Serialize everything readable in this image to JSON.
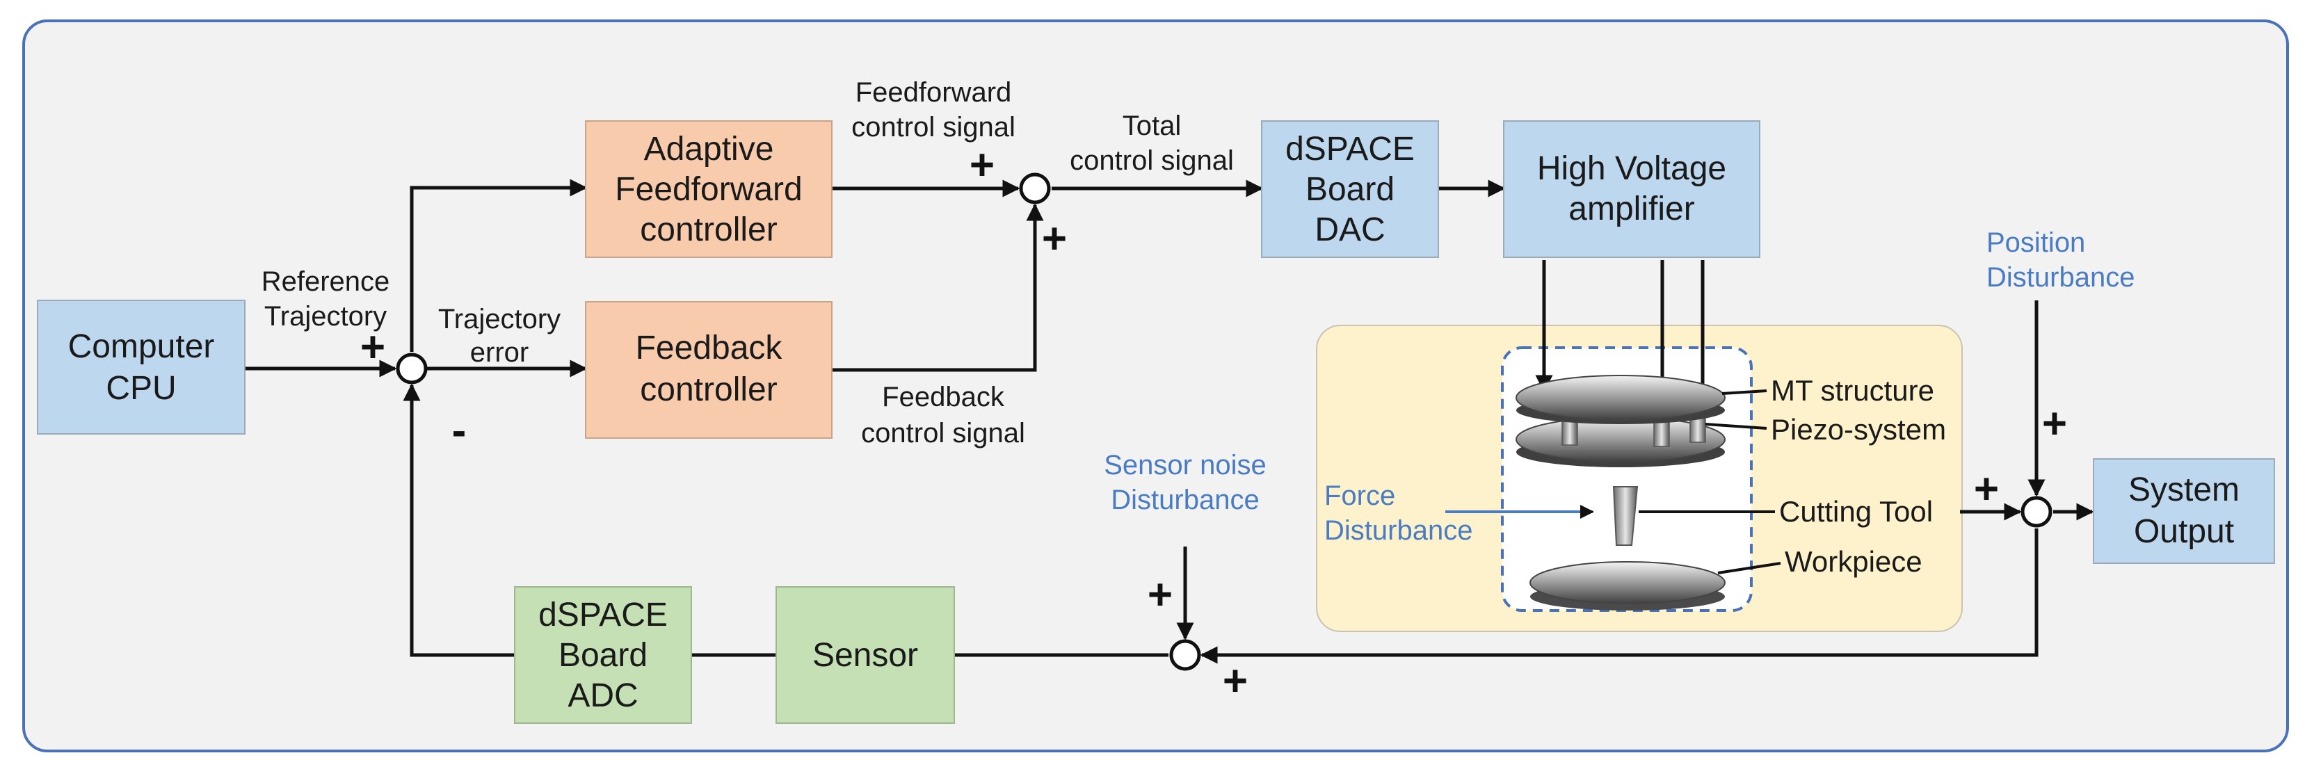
{
  "colors": {
    "frame_border": "#4a72b8",
    "frame_fill": "#f2f2f2",
    "blue_block": "#bdd7ee",
    "orange_block": "#f8cbad",
    "green_block": "#c5e0b4",
    "plant_panel": "#fdf2cc",
    "disturbance_text": "#4a7cc4"
  },
  "blocks": {
    "computer_cpu": [
      "Computer",
      "CPU"
    ],
    "adaptive_ff": [
      "Adaptive",
      "Feedforward",
      "controller"
    ],
    "feedback": [
      "Feedback",
      "controller"
    ],
    "dspace_dac": [
      "dSPACE",
      "Board",
      "DAC"
    ],
    "hv_amp": [
      "High Voltage",
      "amplifier"
    ],
    "dspace_adc": [
      "dSPACE",
      "Board",
      "ADC"
    ],
    "sensor": [
      "Sensor"
    ],
    "system_output": [
      "System",
      "Output"
    ]
  },
  "signals": {
    "reference": [
      "Reference",
      "Trajectory"
    ],
    "traj_error": [
      "Trajectory",
      "error"
    ],
    "ff_signal": [
      "Feedforward",
      "control signal"
    ],
    "fb_signal": [
      "Feedback",
      "control signal"
    ],
    "total_signal": [
      "Total",
      "control signal"
    ]
  },
  "disturbances": {
    "position": [
      "Position",
      "Disturbance"
    ],
    "sensor_noise": [
      "Sensor noise",
      "Disturbance"
    ],
    "force": [
      "Force",
      "Disturbance"
    ]
  },
  "parts": {
    "mt_structure": "MT structure",
    "piezo": "Piezo-system",
    "cutting_tool": "Cutting Tool",
    "workpiece": "Workpiece"
  },
  "signs": {
    "plus": "+",
    "minus": "-"
  }
}
